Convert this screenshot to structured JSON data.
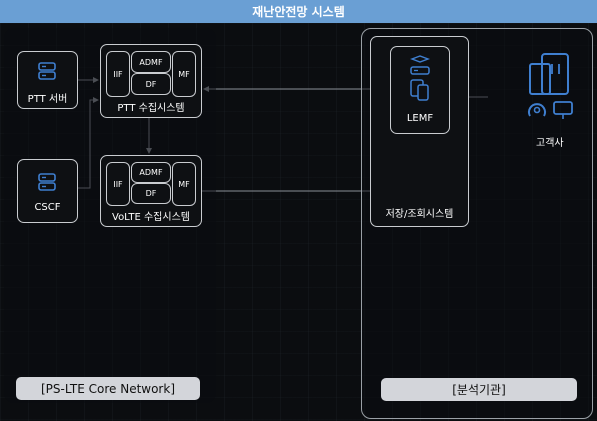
{
  "header": {
    "title": "재난안전망 시스템"
  },
  "left_panel": {
    "label": "[PS-LTE Core Network]"
  },
  "right_panel": {
    "label": "[분석기관]"
  },
  "ptt_server": {
    "label": "PTT 서버",
    "icon": "server-icon"
  },
  "cscf": {
    "label": "CSCF",
    "icon": "server-icon"
  },
  "ptt_collect": {
    "label": "PTT 수집시스템",
    "modules": {
      "iif": "IIF",
      "admf": "ADMF",
      "df": "DF",
      "mf": "MF"
    }
  },
  "volte_collect": {
    "label": "VoLTE 수집시스템",
    "modules": {
      "iif": "IIF",
      "admf": "ADMF",
      "df": "DF",
      "mf": "MF"
    }
  },
  "storage": {
    "label": "저장/조회시스템"
  },
  "lemf": {
    "label": "LEMF",
    "icon": "server-device-icon"
  },
  "customer": {
    "label": "고객사",
    "icon": "customer-building-icon"
  },
  "colors": {
    "header": "#6a9fd4",
    "icon": "#3f7fd0",
    "line": "#8a8f96"
  }
}
